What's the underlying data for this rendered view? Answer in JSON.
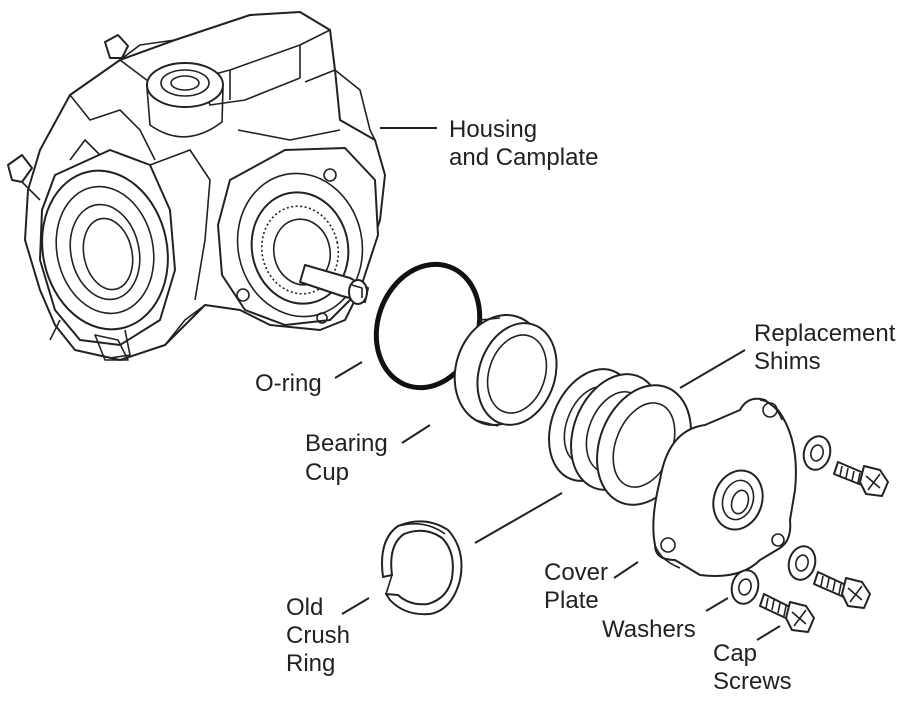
{
  "labels": {
    "housing_line1": "Housing",
    "housing_line2": "and Camplate",
    "replacement_line1": "Replacement",
    "replacement_line2": "Shims",
    "oring": "O-ring",
    "bearing_line1": "Bearing",
    "bearing_line2": "Cup",
    "cover_line1": "Cover",
    "cover_line2": "Plate",
    "washers": "Washers",
    "cap_line1": "Cap",
    "cap_line2": "Screws",
    "old_line1": "Old",
    "old_line2": "Crush",
    "old_line3": "Ring"
  },
  "colors": {
    "line": "#222222",
    "background": "#ffffff"
  }
}
